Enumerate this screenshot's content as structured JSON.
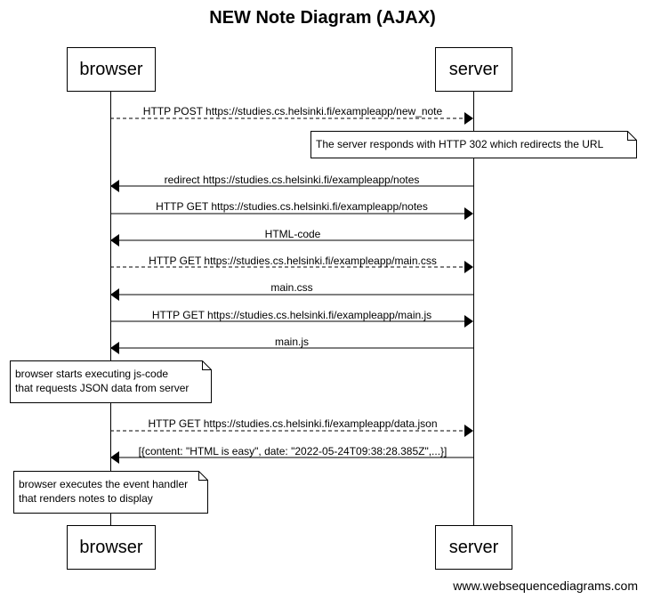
{
  "title": "NEW Note Diagram (AJAX)",
  "participants": {
    "browser": "browser",
    "server": "server"
  },
  "messages": [
    {
      "text": "HTTP POST https://studies.cs.helsinki.fi/exampleapp/new_note",
      "from": "browser",
      "to": "server",
      "style": "dashed"
    },
    {
      "text": "redirect https://studies.cs.helsinki.fi/exampleapp/notes",
      "from": "server",
      "to": "browser",
      "style": "solid"
    },
    {
      "text": "HTTP GET https://studies.cs.helsinki.fi/exampleapp/notes",
      "from": "browser",
      "to": "server",
      "style": "solid"
    },
    {
      "text": "HTML-code",
      "from": "server",
      "to": "browser",
      "style": "solid"
    },
    {
      "text": "HTTP GET https://studies.cs.helsinki.fi/exampleapp/main.css",
      "from": "browser",
      "to": "server",
      "style": "dashed"
    },
    {
      "text": "main.css",
      "from": "server",
      "to": "browser",
      "style": "solid"
    },
    {
      "text": "HTTP GET https://studies.cs.helsinki.fi/exampleapp/main.js",
      "from": "browser",
      "to": "server",
      "style": "solid"
    },
    {
      "text": "main.js",
      "from": "server",
      "to": "browser",
      "style": "solid"
    },
    {
      "text": "HTTP GET https://studies.cs.helsinki.fi/exampleapp/data.json",
      "from": "browser",
      "to": "server",
      "style": "dashed"
    },
    {
      "text": "[{content: \"HTML is easy\", date: \"2022-05-24T09:38:28.385Z\",...}]",
      "from": "server",
      "to": "browser",
      "style": "solid"
    }
  ],
  "notes": [
    {
      "lines": [
        "The server responds with HTTP 302 which redirects the URL"
      ]
    },
    {
      "lines": [
        "browser starts executing js-code",
        "that requests JSON data from server"
      ]
    },
    {
      "lines": [
        "browser executes the event handler",
        "that renders notes to display"
      ]
    }
  ],
  "footer": "www.websequencediagrams.com"
}
